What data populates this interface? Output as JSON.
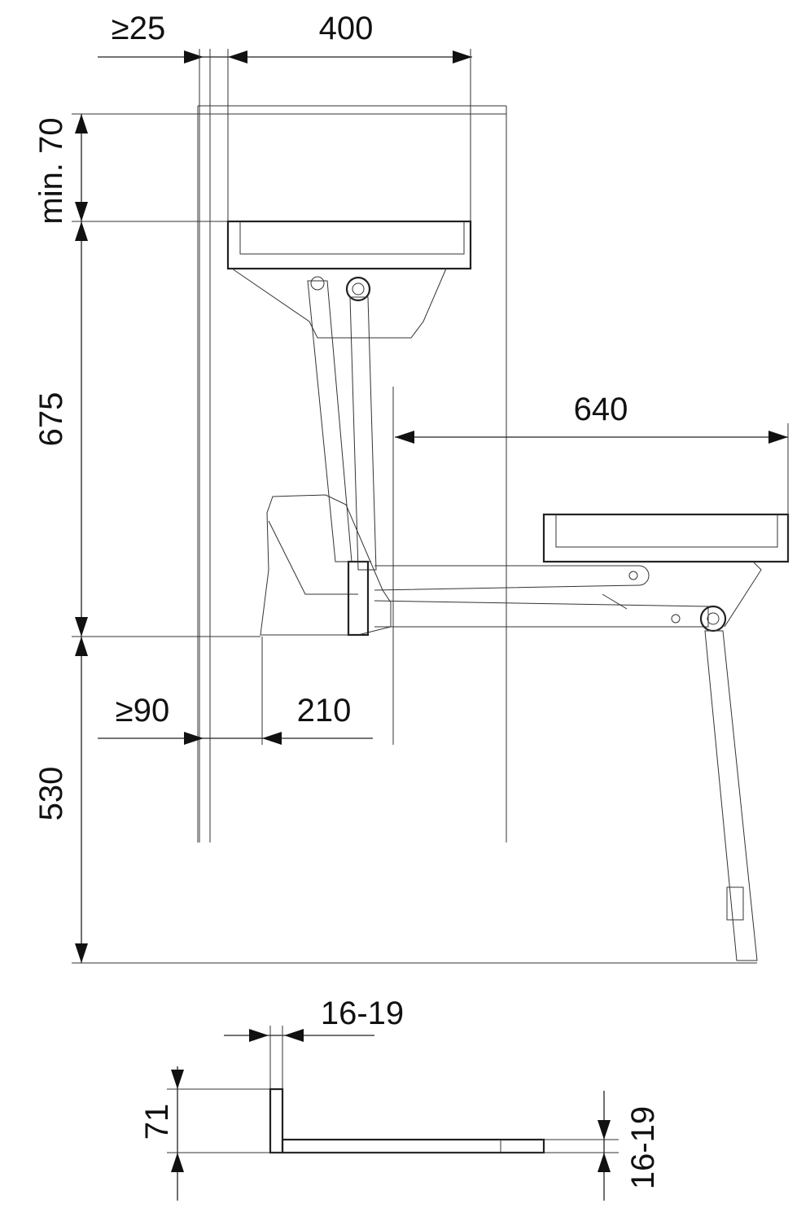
{
  "drawing": {
    "dimensions": {
      "top_clearance": "≥25",
      "cabinet_width": "400",
      "top_gap": "min. 70",
      "lift_height": "675",
      "extension": "640",
      "side_clearance": "≥90",
      "mechanism_depth": "210",
      "floor_height": "530"
    },
    "profile_detail": {
      "panel_thickness_top": "16-19",
      "profile_height": "71",
      "panel_thickness_right": "16-19"
    }
  }
}
